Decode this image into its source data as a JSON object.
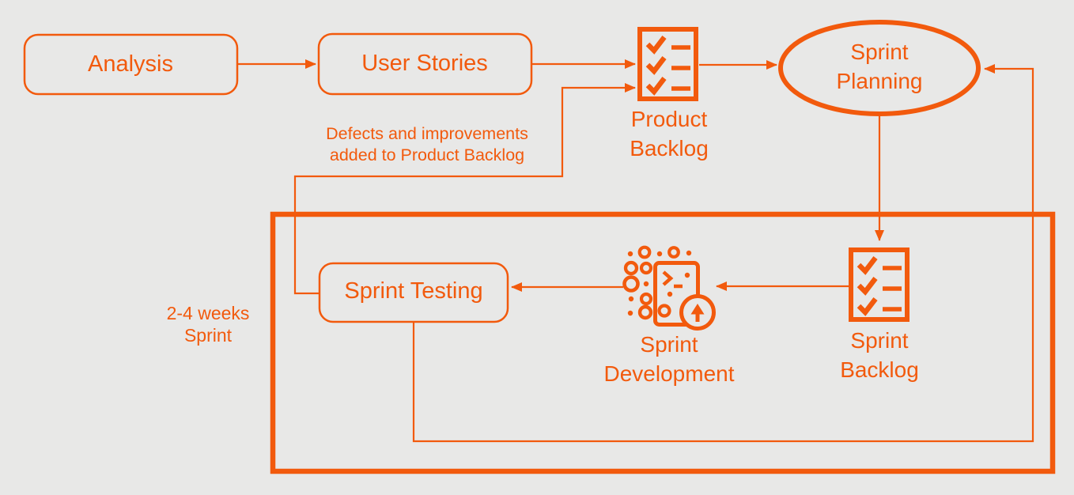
{
  "colors": {
    "accent_orange": "#F25A0D",
    "background_gray": "#E8E8E7"
  },
  "nodes": {
    "analysis": {
      "label": "Analysis"
    },
    "user_stories": {
      "label": "User Stories"
    },
    "product_backlog": {
      "line1": "Product",
      "line2": "Backlog"
    },
    "sprint_planning": {
      "line1": "Sprint",
      "line2": "Planning"
    },
    "sprint_backlog": {
      "line1": "Sprint",
      "line2": "Backlog"
    },
    "sprint_development": {
      "line1": "Sprint",
      "line2": "Development"
    },
    "sprint_testing": {
      "label": "Sprint Testing"
    }
  },
  "annotations": {
    "defects": {
      "line1": "Defects and improvements",
      "line2": "added to Product Backlog"
    },
    "duration": {
      "line1": "2-4 weeks",
      "line2": "Sprint"
    }
  },
  "icons": {
    "product_backlog": "checklist-icon",
    "sprint_backlog": "checklist-icon",
    "sprint_development": "code-deploy-icon"
  },
  "edges": [
    "analysis -> user-stories",
    "user-stories -> product-backlog",
    "product-backlog -> sprint-planning",
    "sprint-planning -> sprint-backlog",
    "sprint-backlog -> sprint-development",
    "sprint-development -> sprint-testing",
    "sprint-testing -> sprint-planning (loop)",
    "sprint-testing -> product-backlog (defects feedback)"
  ]
}
